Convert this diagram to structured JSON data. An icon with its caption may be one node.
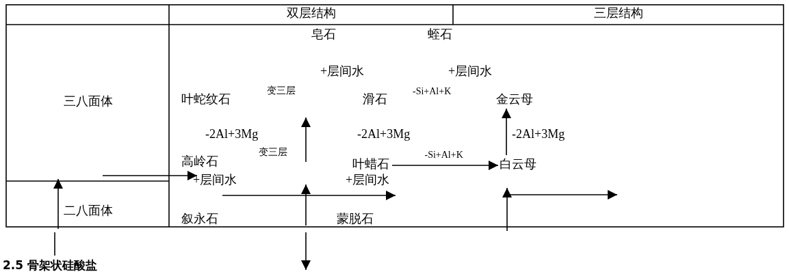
{
  "diagram": {
    "nodes": [
      {
        "text": [
          "皂石"
        ]
      },
      {
        "text": [
          "蛭石"
        ]
      },
      {
        "text": [
          "叶蛇纹石"
        ]
      },
      {
        "text": [
          "滑石"
        ]
      },
      {
        "text": [
          "金云母"
        ]
      },
      {
        "text": [
          "高岭石"
        ]
      },
      {
        "text": [
          "叶蜡石"
        ]
      },
      {
        "text": [
          "白云母"
        ]
      },
      {
        "text": [
          "叙永石"
        ]
      },
      {
        "text": [
          "蒙脱石"
        ]
      }
    ],
    "edges": [
      {
        "from": 6,
        "to": 7,
        "arrow": "to",
        "label": "-Si+Al+K"
      },
      {
        "from": 7,
        "to": 4,
        "arrow": "to"
      }
    ],
    "labels": [
      "双层结构",
      "三层结构",
      "+层间水",
      "+层间水",
      "三八面体",
      "变三层",
      "-Si+Al+K",
      "-2Al+3Mg",
      "-2Al+3Mg",
      "-2Al+3Mg",
      "变三层",
      "+层间水",
      "+层间水",
      "二八面体",
      "2.5 骨架状硅酸盐"
    ]
  }
}
